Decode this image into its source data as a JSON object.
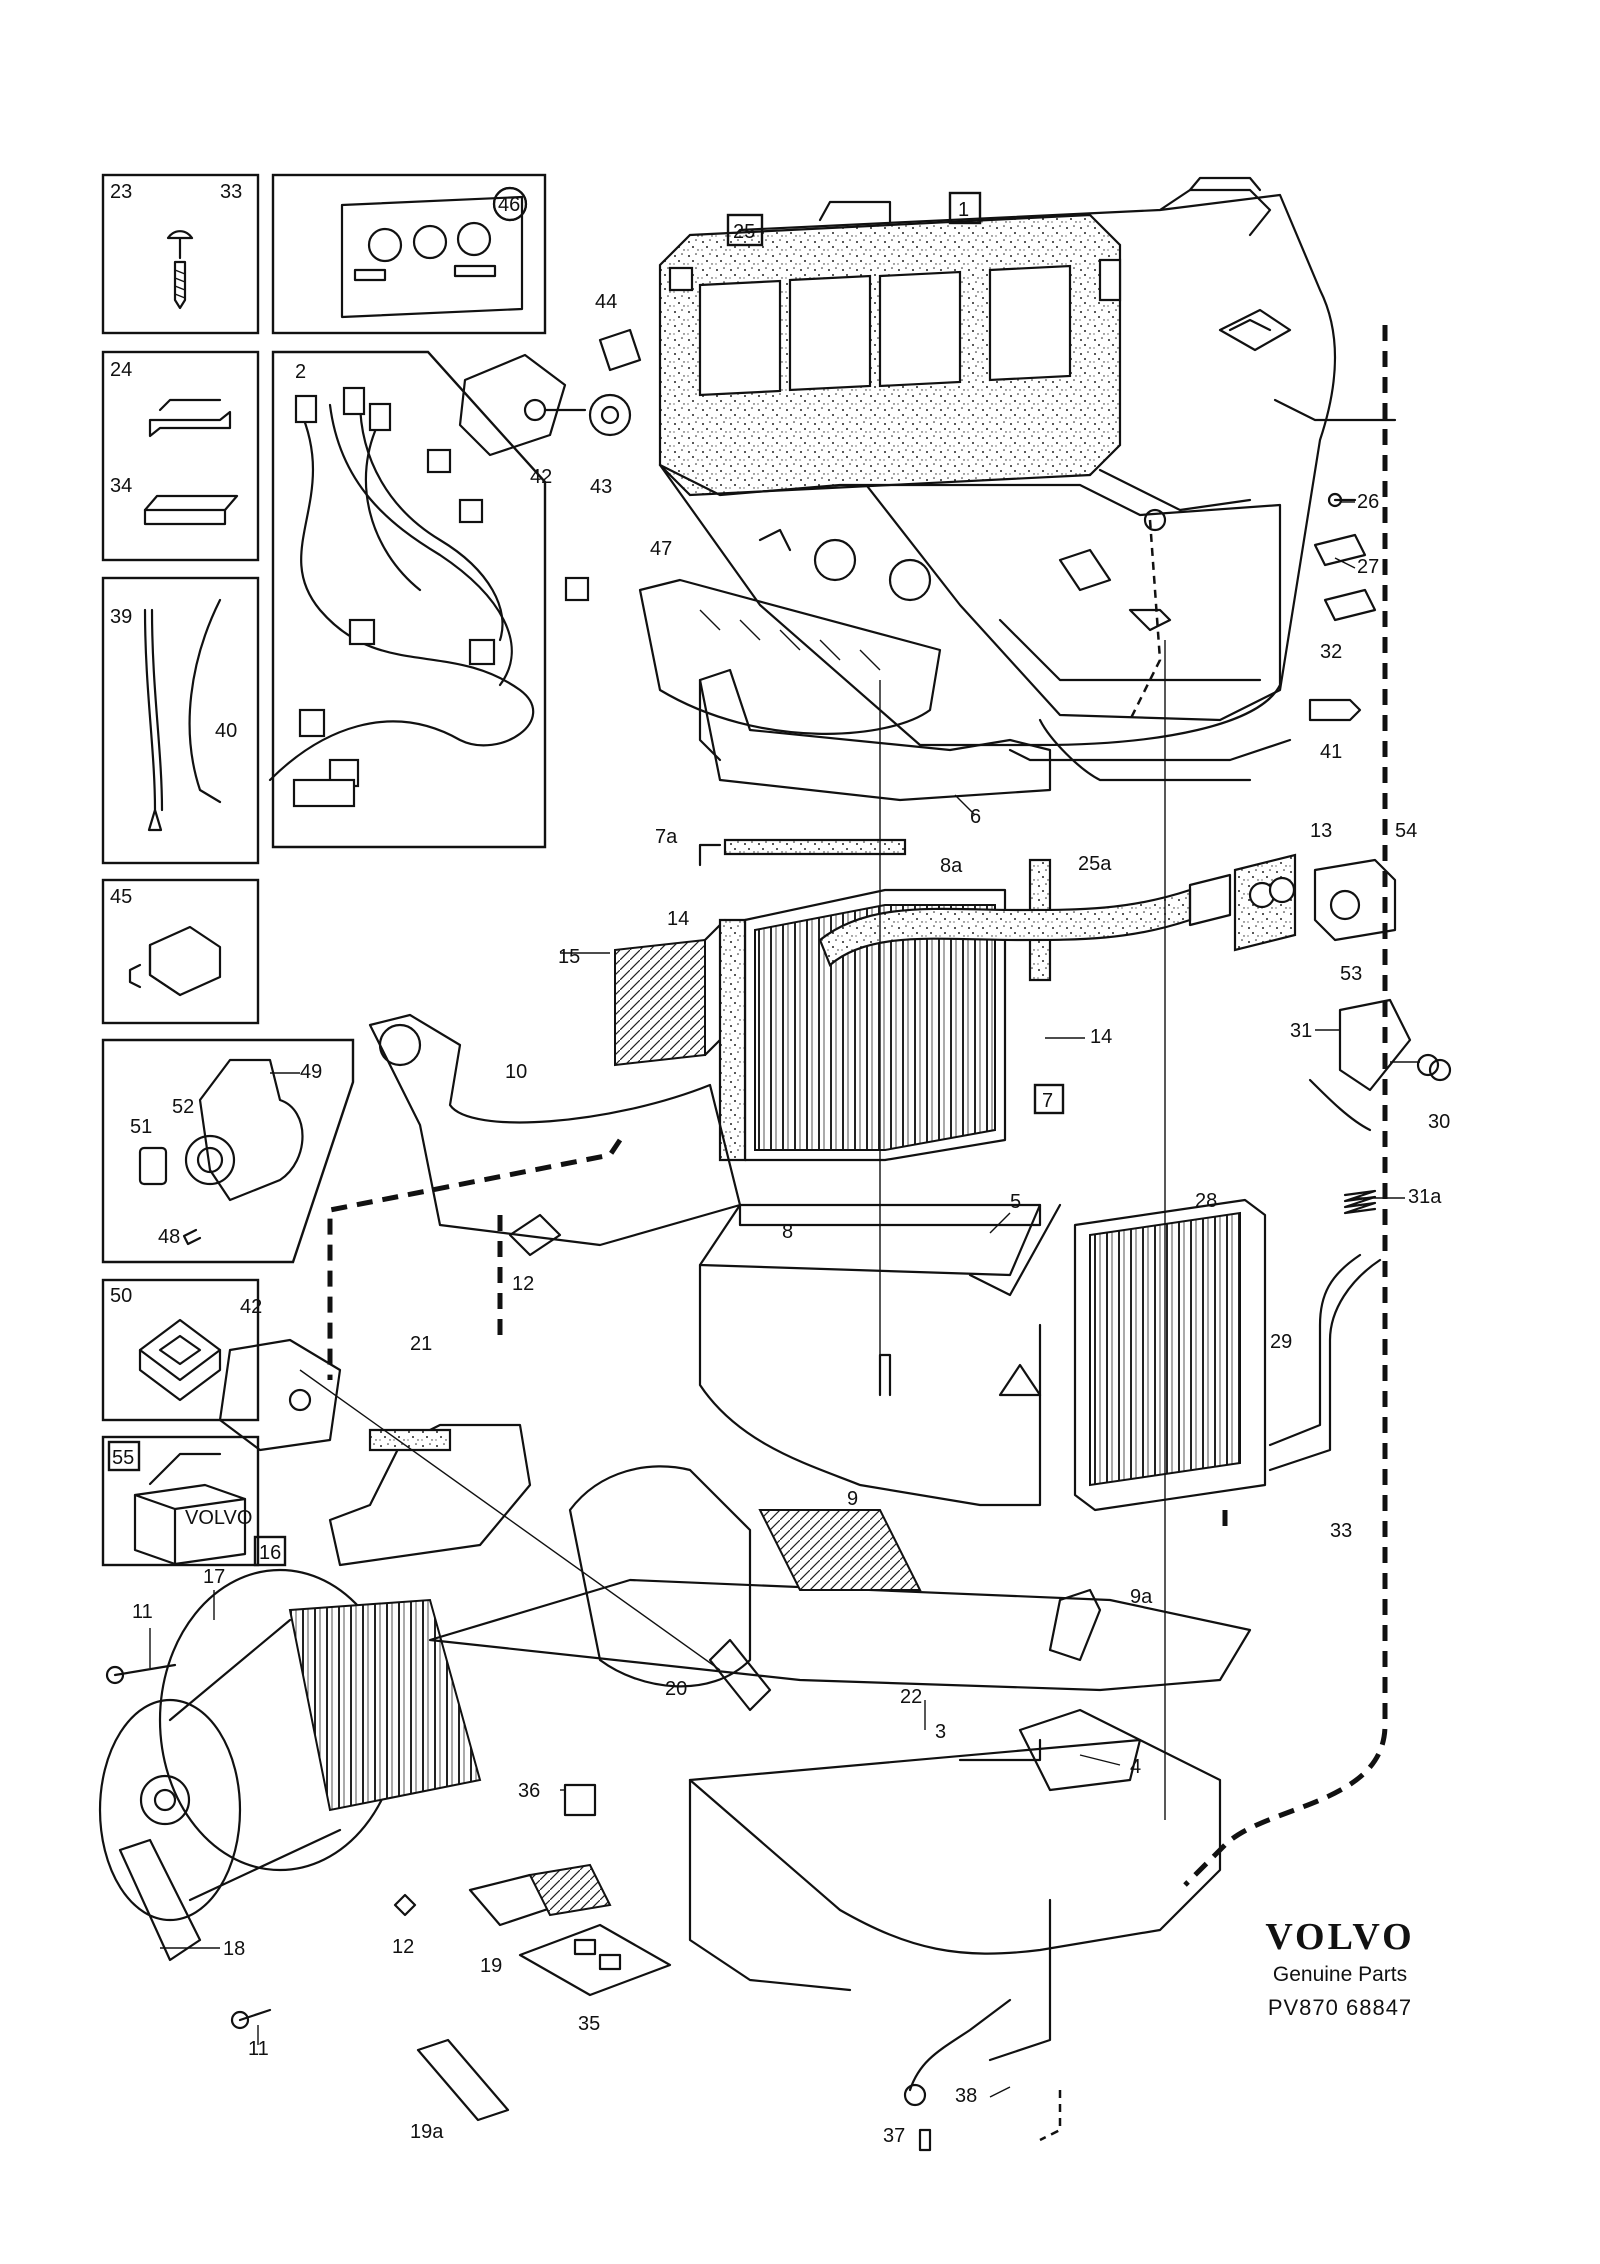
{
  "brand": {
    "logo": "VOLVO",
    "subtitle": "Genuine Parts",
    "code": "PV870 68847"
  },
  "callouts": [
    {
      "id": "c1",
      "text": "1"
    },
    {
      "id": "c2",
      "text": "2"
    },
    {
      "id": "c3",
      "text": "3"
    },
    {
      "id": "c4",
      "text": "4"
    },
    {
      "id": "c5",
      "text": "5"
    },
    {
      "id": "c6",
      "text": "6"
    },
    {
      "id": "c7",
      "text": "7"
    },
    {
      "id": "c7a",
      "text": "7a"
    },
    {
      "id": "c8",
      "text": "8"
    },
    {
      "id": "c8a",
      "text": "8a"
    },
    {
      "id": "c9",
      "text": "9"
    },
    {
      "id": "c9a",
      "text": "9a"
    },
    {
      "id": "c10",
      "text": "10"
    },
    {
      "id": "c11a",
      "text": "11"
    },
    {
      "id": "c11b",
      "text": "11"
    },
    {
      "id": "c12a",
      "text": "12"
    },
    {
      "id": "c12b",
      "text": "12"
    },
    {
      "id": "c13",
      "text": "13"
    },
    {
      "id": "c14a",
      "text": "14"
    },
    {
      "id": "c14b",
      "text": "14"
    },
    {
      "id": "c15",
      "text": "15"
    },
    {
      "id": "c16",
      "text": "16"
    },
    {
      "id": "c17",
      "text": "17"
    },
    {
      "id": "c18",
      "text": "18"
    },
    {
      "id": "c19",
      "text": "19"
    },
    {
      "id": "c19a",
      "text": "19a"
    },
    {
      "id": "c20",
      "text": "20"
    },
    {
      "id": "c21",
      "text": "21"
    },
    {
      "id": "c22",
      "text": "22"
    },
    {
      "id": "c23",
      "text": "23"
    },
    {
      "id": "c24",
      "text": "24"
    },
    {
      "id": "c25",
      "text": "25"
    },
    {
      "id": "c25a",
      "text": "25a"
    },
    {
      "id": "c26",
      "text": "26"
    },
    {
      "id": "c27",
      "text": "27"
    },
    {
      "id": "c28",
      "text": "28"
    },
    {
      "id": "c29",
      "text": "29"
    },
    {
      "id": "c30",
      "text": "30"
    },
    {
      "id": "c31",
      "text": "31"
    },
    {
      "id": "c31a",
      "text": "31a"
    },
    {
      "id": "c32",
      "text": "32"
    },
    {
      "id": "c33a",
      "text": "33"
    },
    {
      "id": "c33b",
      "text": "33"
    },
    {
      "id": "c34",
      "text": "34"
    },
    {
      "id": "c35",
      "text": "35"
    },
    {
      "id": "c36",
      "text": "36"
    },
    {
      "id": "c37",
      "text": "37"
    },
    {
      "id": "c38",
      "text": "38"
    },
    {
      "id": "c39",
      "text": "39"
    },
    {
      "id": "c40",
      "text": "40"
    },
    {
      "id": "c41",
      "text": "41"
    },
    {
      "id": "c42a",
      "text": "42"
    },
    {
      "id": "c42b",
      "text": "42"
    },
    {
      "id": "c43",
      "text": "43"
    },
    {
      "id": "c44",
      "text": "44"
    },
    {
      "id": "c45",
      "text": "45"
    },
    {
      "id": "c46",
      "text": "46"
    },
    {
      "id": "c47",
      "text": "47"
    },
    {
      "id": "c48",
      "text": "48"
    },
    {
      "id": "c49",
      "text": "49"
    },
    {
      "id": "c50",
      "text": "50"
    },
    {
      "id": "c51",
      "text": "51"
    },
    {
      "id": "c52",
      "text": "52"
    },
    {
      "id": "c53",
      "text": "53"
    },
    {
      "id": "c54",
      "text": "54"
    },
    {
      "id": "c55",
      "text": "55"
    }
  ],
  "inset_label_volvo": "VOLVO",
  "panel_logo_text": "VOLVO"
}
